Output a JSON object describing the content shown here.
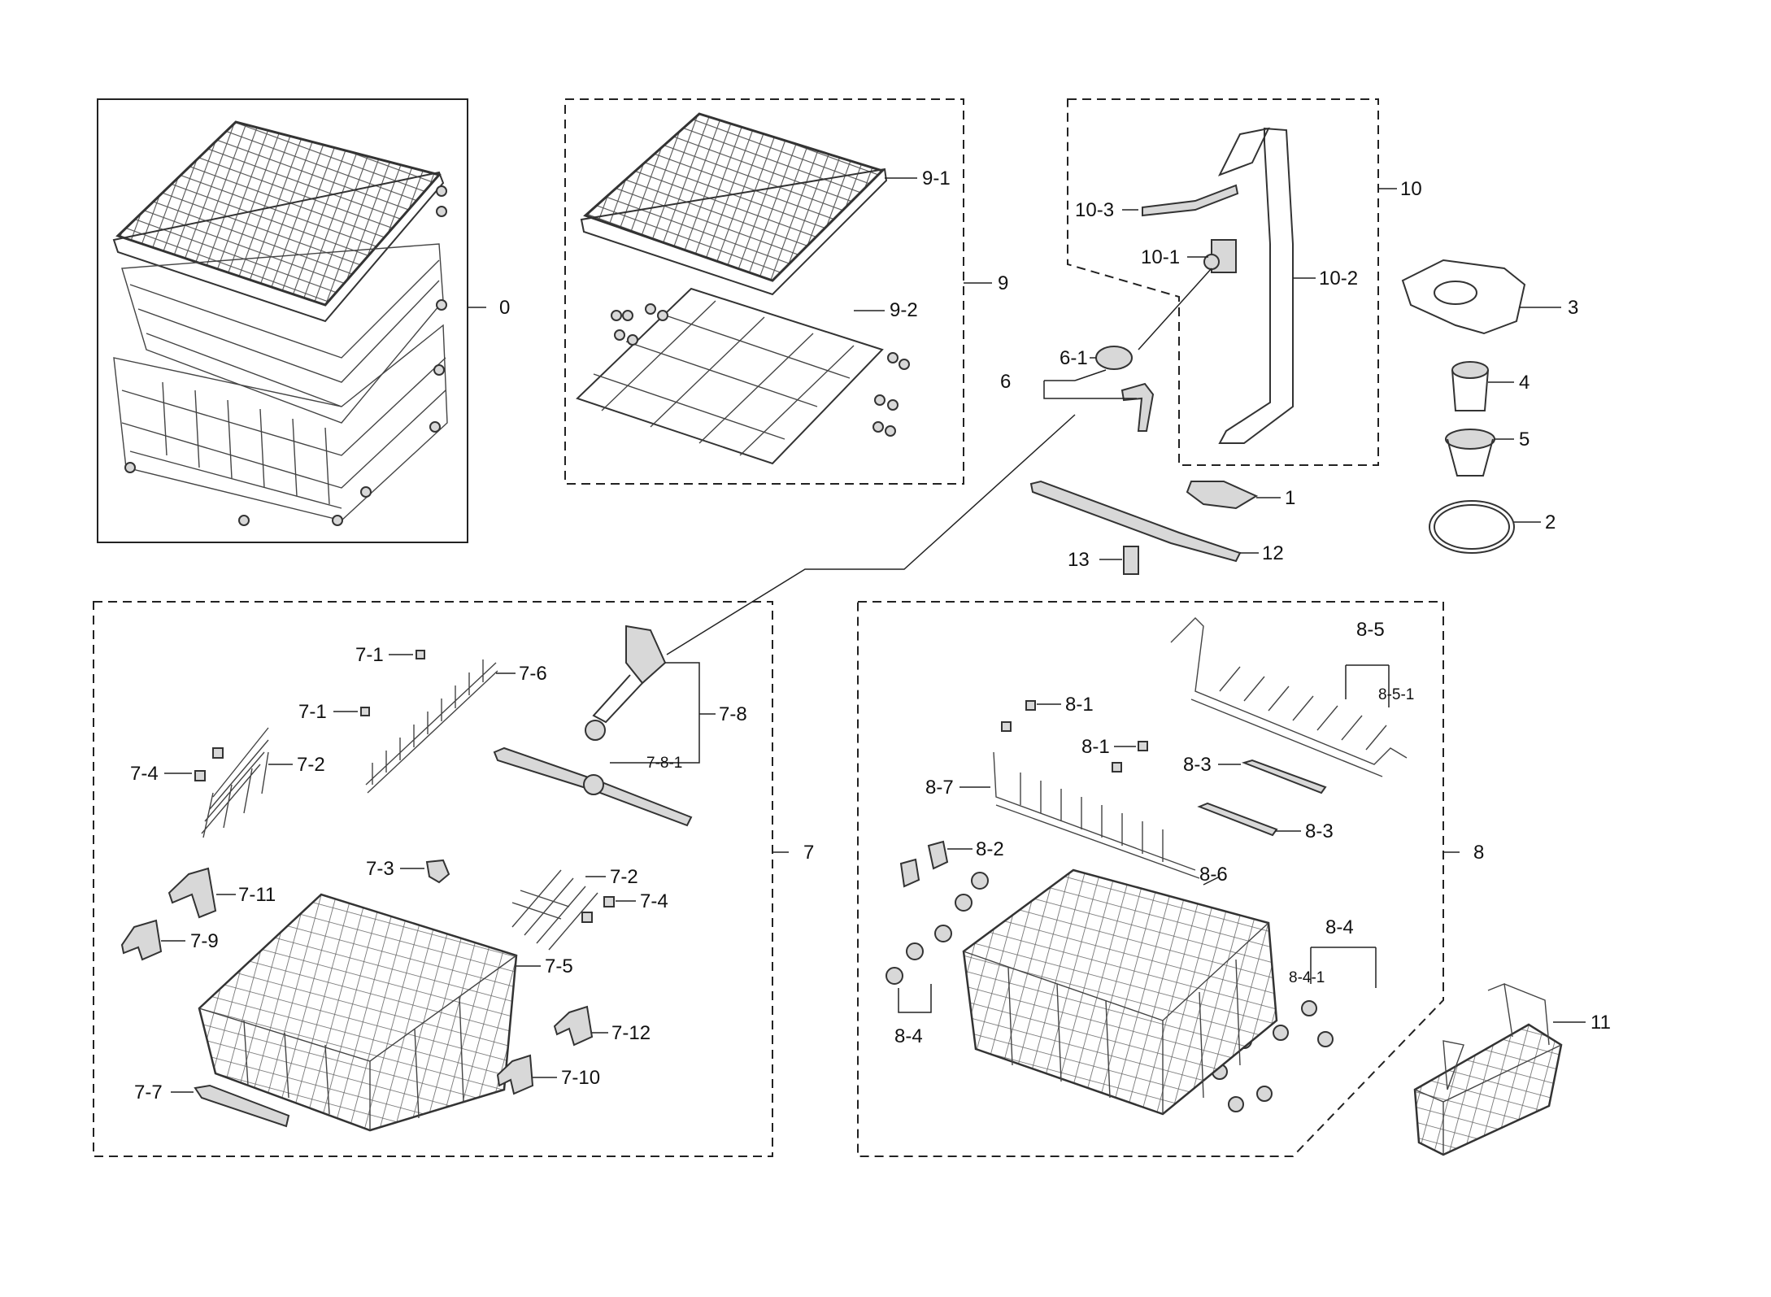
{
  "labels": {
    "l0": "0",
    "l1": "1",
    "l2": "2",
    "l3": "3",
    "l4": "4",
    "l5": "5",
    "l6": "6",
    "l6_1": "6-1",
    "l7": "7",
    "l7_1a": "7-1",
    "l7_1b": "7-1",
    "l7_2a": "7-2",
    "l7_2b": "7-2",
    "l7_3": "7-3",
    "l7_4a": "7-4",
    "l7_4b": "7-4",
    "l7_5": "7-5",
    "l7_6": "7-6",
    "l7_7": "7-7",
    "l7_8": "7-8",
    "l7_8_1": "7-8-1",
    "l7_9": "7-9",
    "l7_10": "7-10",
    "l7_11": "7-11",
    "l7_12": "7-12",
    "l8": "8",
    "l8_1a": "8-1",
    "l8_1b": "8-1",
    "l8_2": "8-2",
    "l8_3a": "8-3",
    "l8_3b": "8-3",
    "l8_4a": "8-4",
    "l8_4b": "8-4",
    "l8_4_1": "8-4-1",
    "l8_5": "8-5",
    "l8_5_1": "8-5-1",
    "l8_6": "8-6",
    "l8_7": "8-7",
    "l9": "9",
    "l9_1": "9-1",
    "l9_2": "9-2",
    "l10": "10",
    "l10_1": "10-1",
    "l10_2": "10-2",
    "l10_3": "10-3",
    "l11": "11",
    "l12": "12",
    "l13": "13"
  }
}
